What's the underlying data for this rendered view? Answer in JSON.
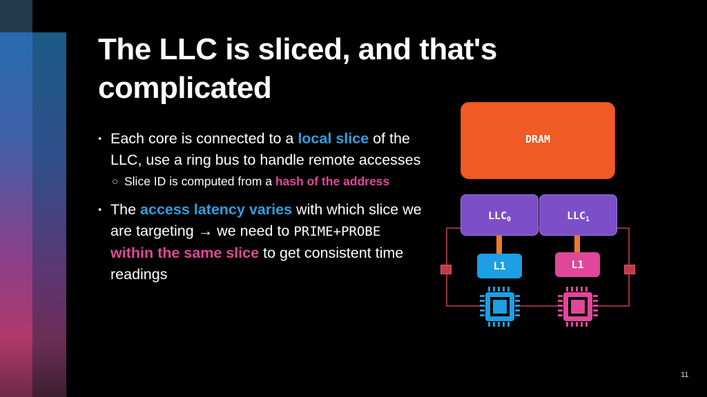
{
  "slide": {
    "title": "The LLC is sliced, and that's complicated",
    "page_number": "11"
  },
  "bullets": {
    "b1_text1": "Each core is connected to a ",
    "b1_highlight": "local slice",
    "b1_text2": " of the LLC, use a ring bus to handle remote accesses",
    "sub1_text1": "Slice ID is computed from a ",
    "sub1_highlight": "hash of the address",
    "b2_text1": "The ",
    "b2_highlight": "access latency varies",
    "b2_text2": " with which slice we are targeting → we need to ",
    "b2_code": "PRIME+PROBE",
    "b2_space": " ",
    "b2_highlight2": "within the same slice",
    "b2_text3": " to get consistent time readings"
  },
  "diagram": {
    "dram_label": "DRAM",
    "llc0_label": "LLC",
    "llc0_sub": "0",
    "llc1_label": "LLC",
    "llc1_sub": "1",
    "l1_left_label": "L1",
    "l1_right_label": "L1",
    "colors": {
      "dram": "#f05a24",
      "llc": "#7c4fc9",
      "l1_core0": "#1c9fe3",
      "l1_core1": "#e0479a",
      "ring": "#9c2f3a",
      "link": "#ef7a2a"
    },
    "icons": [
      "cpu-chip-icon-blue",
      "cpu-chip-icon-pink"
    ]
  }
}
